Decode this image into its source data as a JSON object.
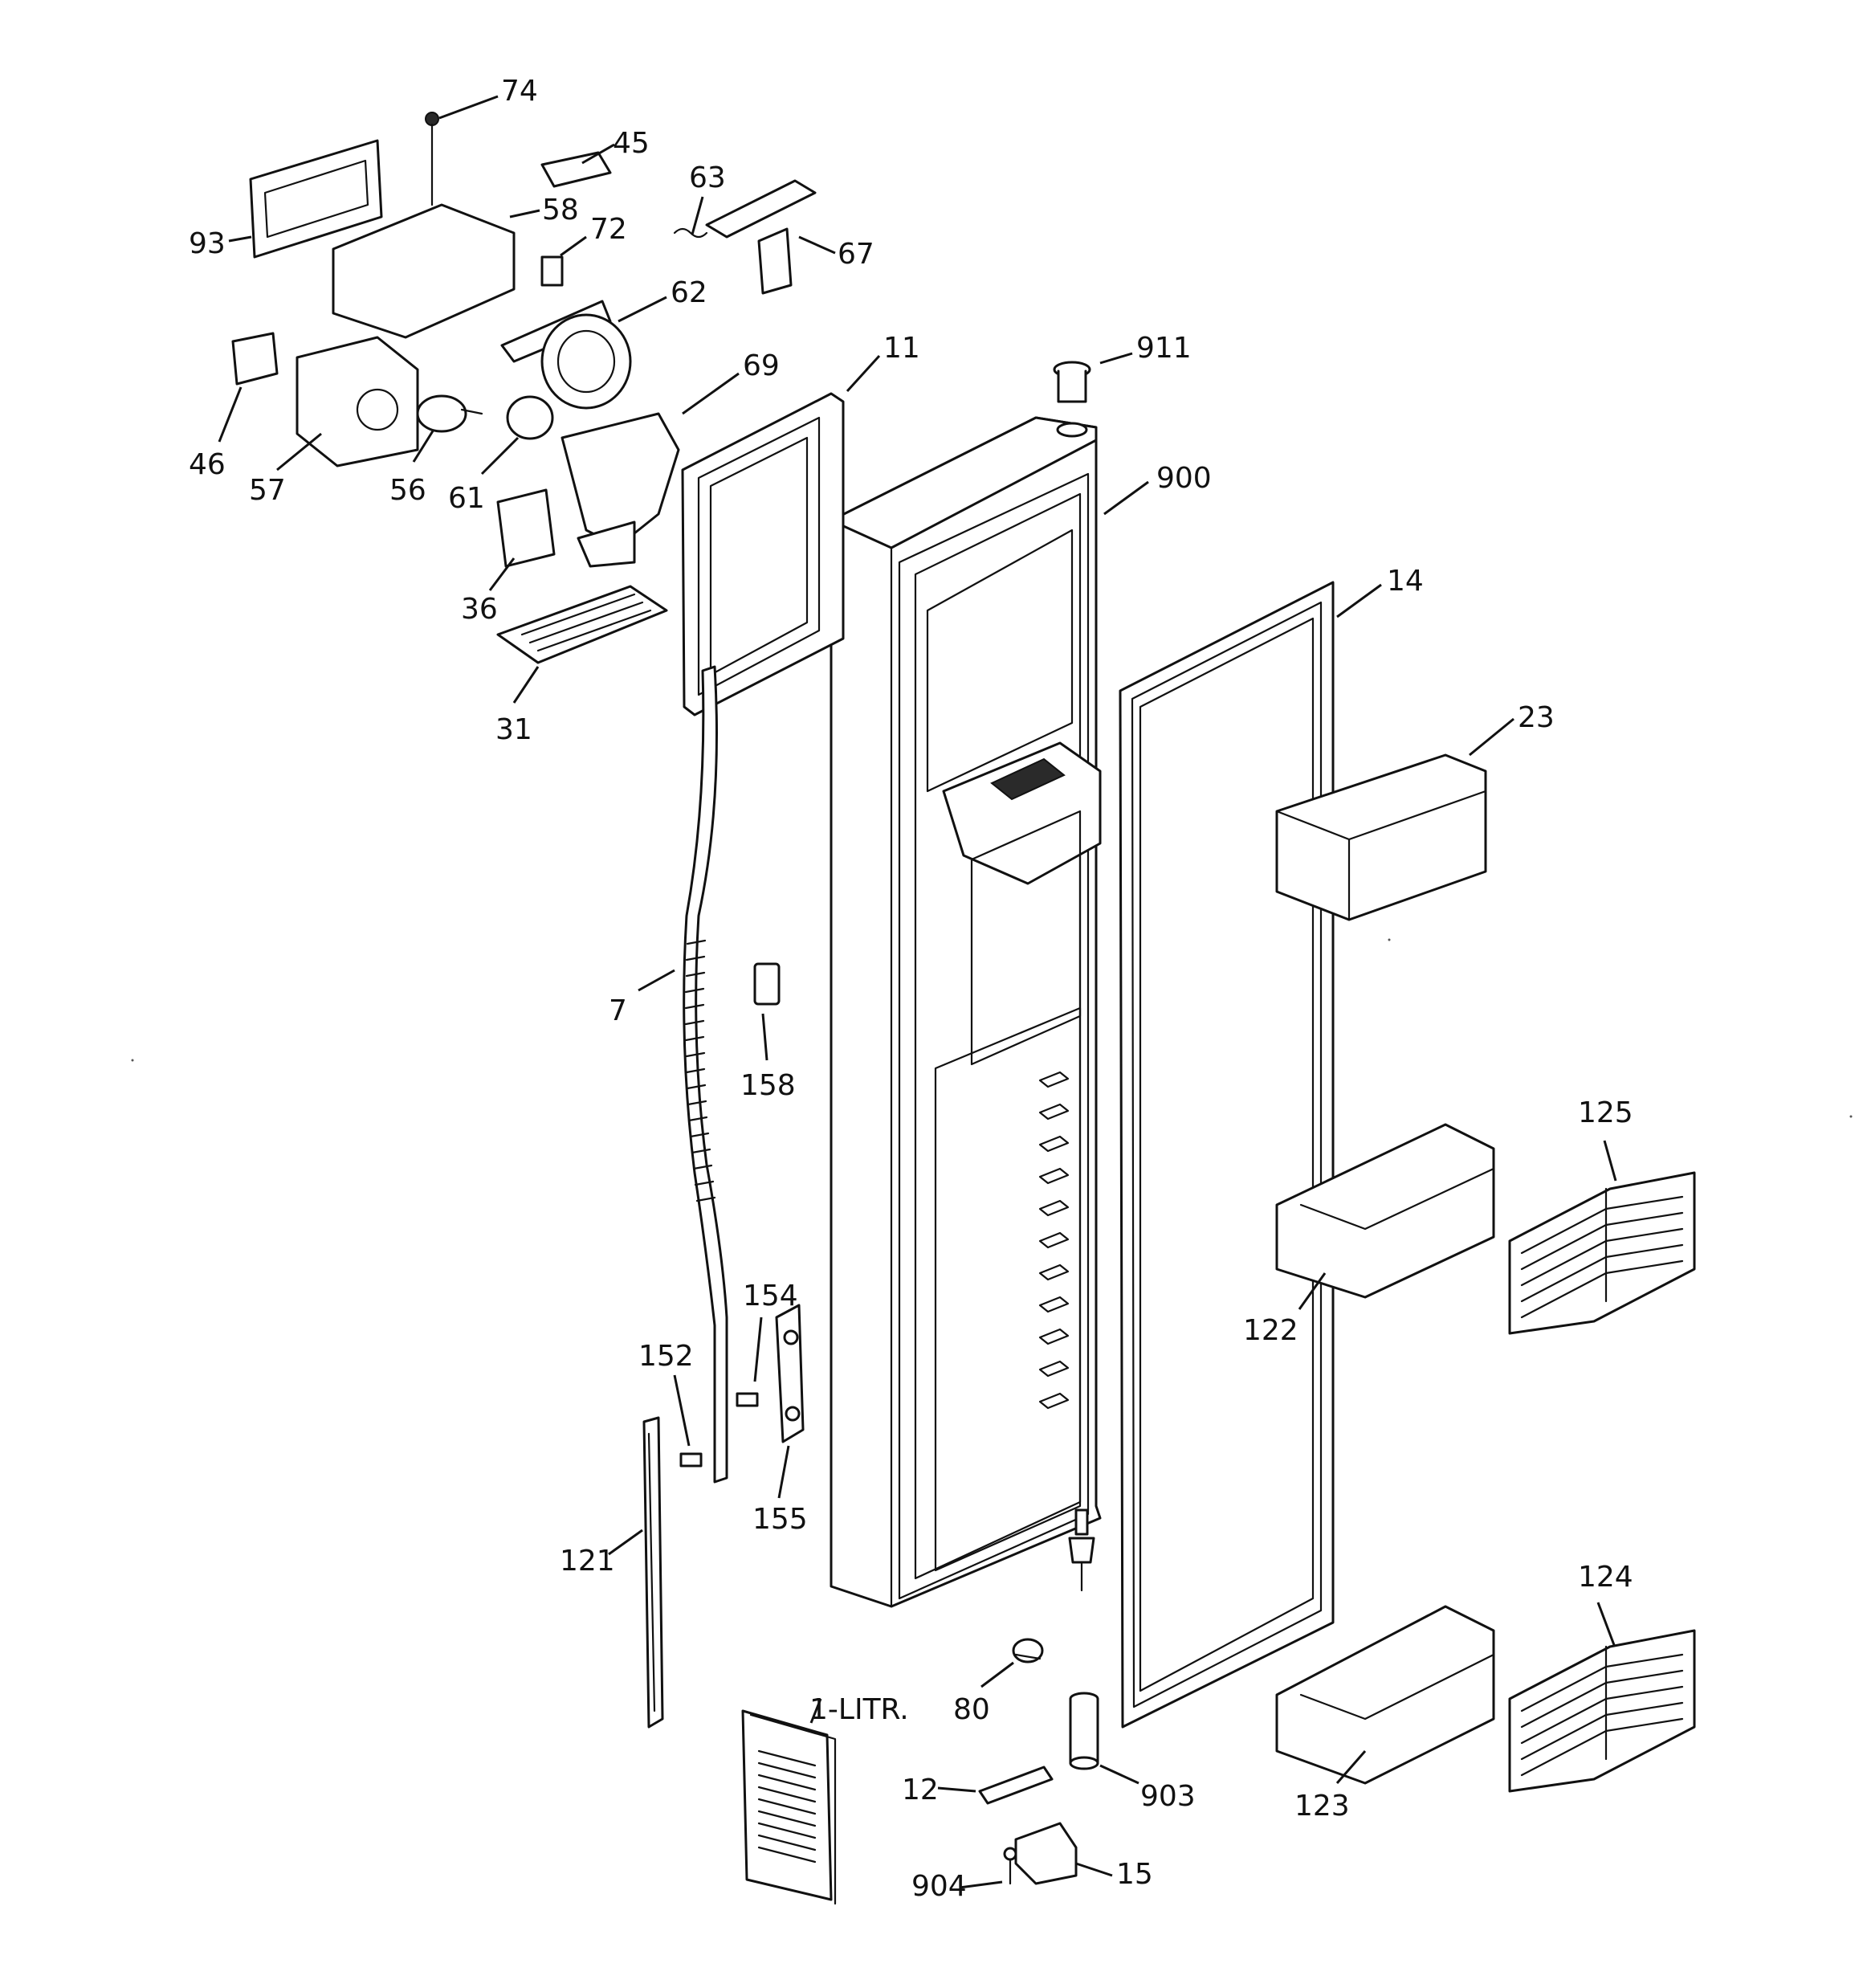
{
  "diagram": {
    "callouts": [
      "74",
      "45",
      "63",
      "93",
      "58",
      "72",
      "67",
      "62",
      "911",
      "11",
      "69",
      "46",
      "57",
      "56",
      "61",
      "900",
      "36",
      "14",
      "31",
      "23",
      "7",
      "158",
      "125",
      "122",
      "154",
      "152",
      "155",
      "121",
      "124",
      "1-LITR.",
      "80",
      "903",
      "12",
      "123",
      "15",
      "904"
    ]
  }
}
